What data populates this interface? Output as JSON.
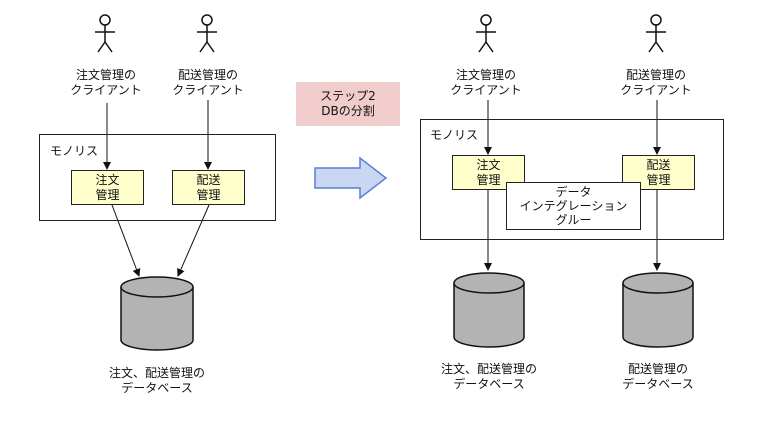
{
  "before": {
    "actors": [
      {
        "label": "注文管理の\nクライアント"
      },
      {
        "label": "配送管理の\nクライアント"
      }
    ],
    "monolith_label": "モノリス",
    "modules": [
      {
        "label": "注文\n管理"
      },
      {
        "label": "配送\n管理"
      }
    ],
    "database": {
      "label": "注文、配送管理の\nデータベース"
    }
  },
  "transition": {
    "step_label": "ステップ2\nDBの分割",
    "arrow_color": "#c9d7f3",
    "arrow_stroke": "#5b7fd1"
  },
  "after": {
    "actors": [
      {
        "label": "注文管理の\nクライアント"
      },
      {
        "label": "配送管理の\nクライアント"
      }
    ],
    "monolith_label": "モノリス",
    "modules": [
      {
        "label": "注文\n管理"
      },
      {
        "label": "配送\n管理"
      }
    ],
    "glue_label": "データ\nインテグレーション\nグルー",
    "databases": [
      {
        "label": "注文、配送管理の\nデータベース"
      },
      {
        "label": "配送管理の\nデータベース"
      }
    ]
  },
  "colors": {
    "module_fill": "#ffffcc",
    "step_fill": "#f0cccc",
    "db_fill": "#b3b3b3"
  }
}
